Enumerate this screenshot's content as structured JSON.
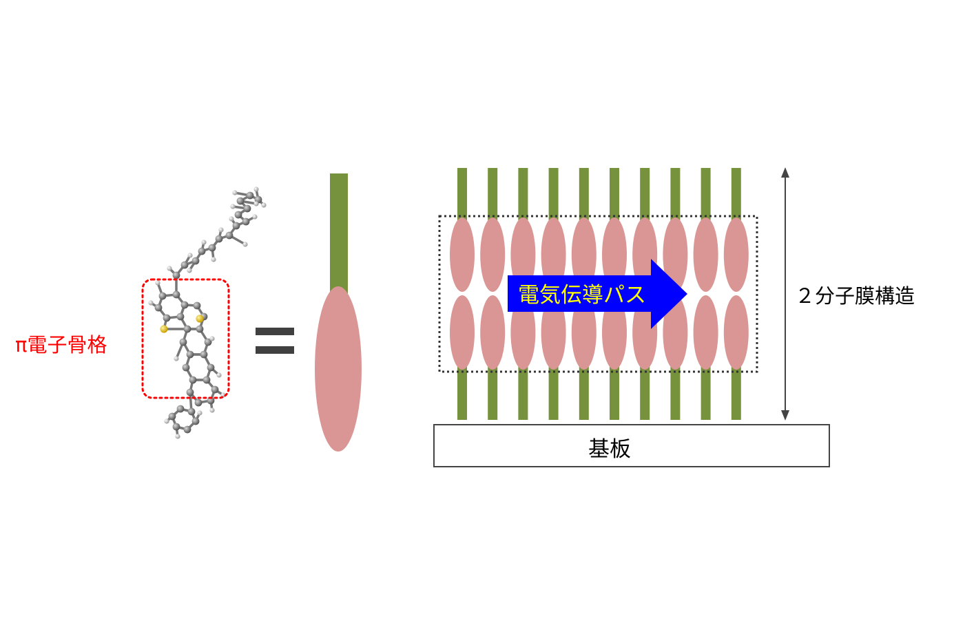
{
  "labels": {
    "pi_skeleton": "π電子骨格",
    "conduction_path": "電気伝導パス",
    "bilayer_structure": "２分子膜構造",
    "substrate": "基板"
  },
  "colors": {
    "alkyl_chain": "#76923c",
    "pi_core": "#da9694",
    "arrow": "#0000ff",
    "arrow_text": "#ffff00",
    "pi_label": "#ff0000",
    "dotted_box_red": "#ff0000",
    "dotted_box_dark": "#333333",
    "carbon_atom": "#7a7a7a",
    "sulfur_atom": "#e5c320",
    "hydrogen_atom": "#d9d9d9",
    "equals_sign": "#404040",
    "text": "#000000"
  },
  "bilayer": {
    "molecule_columns": 10
  }
}
